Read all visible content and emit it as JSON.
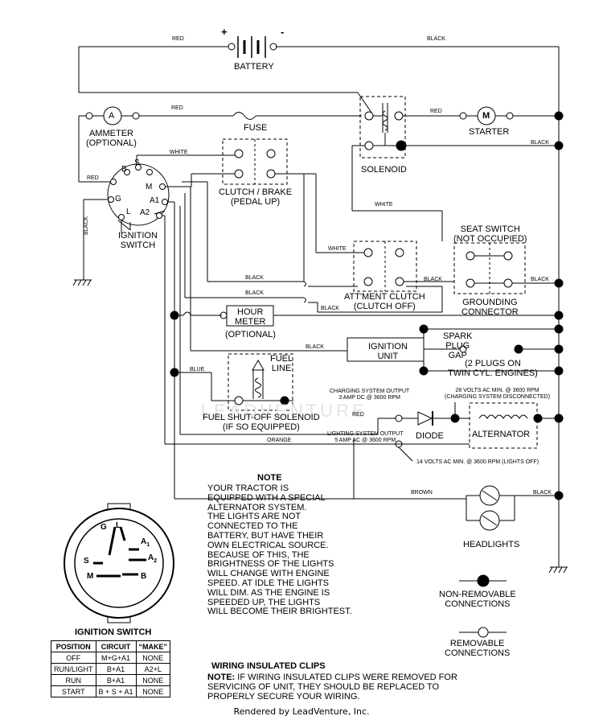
{
  "labels": {
    "battery": "BATTERY",
    "ammeter_1": "AMMETER",
    "ammeter_2": "(OPTIONAL)",
    "fuse": "FUSE",
    "starter": "STARTER",
    "solenoid": "SOLENOID",
    "clutch_1": "CLUTCH / BRAKE",
    "clutch_2": "(PEDAL UP)",
    "ignition_switch_1": "IGNITION",
    "ignition_switch_2": "SWITCH",
    "seat_switch_1": "SEAT SWITCH",
    "seat_switch_2": "(NOT OCCUPIED)",
    "attm_clutch_1": "ATT'MENT CLUTCH",
    "attm_clutch_2": "(CLUTCH OFF)",
    "grounding_1": "GROUNDING",
    "grounding_2": "CONNECTOR",
    "hour_meter_1": "HOUR",
    "hour_meter_2": "METER",
    "hour_meter_3": "(OPTIONAL)",
    "ignition_unit_1": "IGNITION",
    "ignition_unit_2": "UNIT",
    "spark_1": "SPARK",
    "spark_2": "PLUG",
    "spark_3": "GAP",
    "spark_4": "(2 PLUGS ON",
    "spark_5": "TWIN CYL. ENGINES)",
    "fuel_1": "FUEL",
    "fuel_2": "LINE",
    "fuel_sol_1": "FUEL SHUT-OFF SOLENOID",
    "fuel_sol_2": "(IF SO EQUIPPED)",
    "charging_1": "CHARGING SYSTEM OUTPUT",
    "charging_2": "3 AMP DC @ 3600 RPM",
    "ac28_1": "28 VOLTS AC MIN. @ 3600 RPM",
    "ac28_2": "(CHARGING SYSTEM DISCONNECTED)",
    "diode": "DIODE",
    "alternator": "ALTERNATOR",
    "lighting_1": "LIGHTING SYSTEM OUTPUT",
    "lighting_2": "5 AMP AC @ 3600 RPM",
    "ac14": "14 VOLTS AC MIN. @ 3600 RPM (LIGHTS OFF)",
    "headlights": "HEADLIGHTS",
    "nonrem_1": "NON-REMOVABLE",
    "nonrem_2": "CONNECTIONS",
    "rem_1": "REMOVABLE",
    "rem_2": "CONNECTIONS",
    "ign_sw_title": "IGNITION SWITCH",
    "term_b": "B",
    "term_s": "S",
    "term_m": "M",
    "term_g": "G",
    "term_a1": "A1",
    "term_l": "L",
    "term_a2": "A2",
    "ammeter_symbol": "A",
    "starter_symbol": "M",
    "plus": "+",
    "minus": "-"
  },
  "wires": {
    "red": "RED",
    "black": "BLACK",
    "white": "WHITE",
    "blue": "BLUE",
    "orange": "ORANGE",
    "brown": "BROWN"
  },
  "note": {
    "title": "NOTE",
    "lines": [
      "YOUR TRACTOR IS",
      "EQUIPPED WITH A SPECIAL",
      "ALTERNATOR SYSTEM.",
      "THE LIGHTS ARE NOT",
      "CONNECTED TO THE",
      "BATTERY, BUT HAVE THEIR",
      "OWN ELECTRICAL SOURCE.",
      "BECAUSE OF THIS, THE",
      "BRIGHTNESS OF THE LIGHTS",
      "WILL CHANGE WITH ENGINE",
      "SPEED.  AT IDLE THE LIGHTS",
      "WILL DIM.  AS THE ENGINE IS",
      "SPEEDED UP, THE LIGHTS",
      "WILL BECOME THEIR BRIGHTEST."
    ]
  },
  "clips": {
    "title": "WIRING INSULATED CLIPS",
    "note_label": "NOTE:",
    "line1": " IF WIRING INSULATED CLIPS WERE REMOVED FOR",
    "line2": "SERVICING OF UNIT, THEY SHOULD BE REPLACED TO",
    "line3": "PROPERLY SECURE YOUR WIRING."
  },
  "switch_table": {
    "headers": [
      "POSITION",
      "CIRCUIT",
      "“MAKE”"
    ],
    "rows": [
      [
        "OFF",
        "M+G+A1",
        "NONE"
      ],
      [
        "RUN/LIGHT",
        "B+A1",
        "A2+L"
      ],
      [
        "RUN",
        "B+A1",
        "NONE"
      ],
      [
        "START",
        "B + S + A1",
        "NONE"
      ]
    ]
  },
  "connector_face": {
    "g": "G",
    "l": "L",
    "a1": "A",
    "a1_sub": "1",
    "s": "S",
    "a2": "A",
    "a2_sub": "2",
    "m": "M",
    "b": "B"
  },
  "watermark": "LEADVENTURE",
  "footer": "Rendered by LeadVenture, Inc."
}
